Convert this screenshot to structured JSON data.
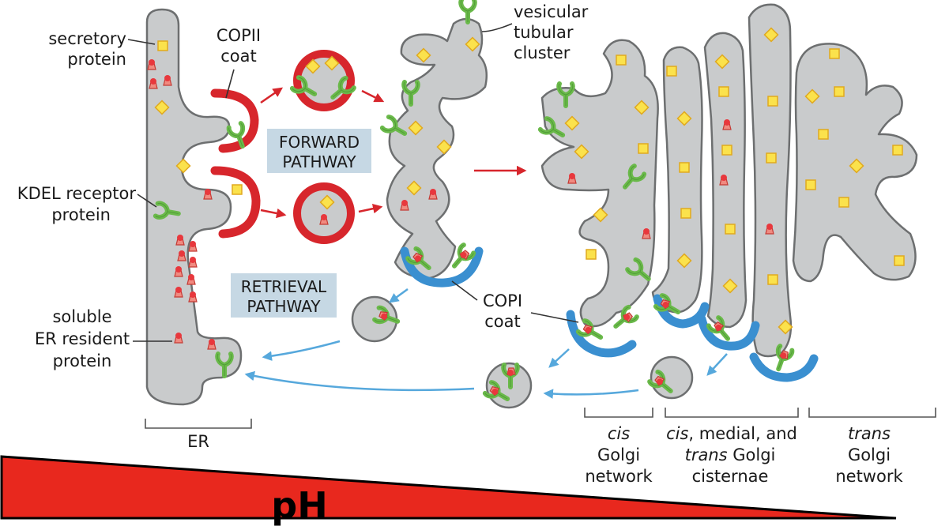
{
  "labels": {
    "secretory_protein": [
      "secretory",
      "protein"
    ],
    "copii_coat": [
      "COPII",
      "coat"
    ],
    "vesicular_tubular_cluster": [
      "vesicular",
      "tubular",
      "cluster"
    ],
    "forward_pathway": [
      "FORWARD",
      "PATHWAY"
    ],
    "kdel_receptor": [
      "KDEL receptor",
      "protein"
    ],
    "retrieval_pathway": [
      "RETRIEVAL",
      "PATHWAY"
    ],
    "copi_coat": [
      "COPI",
      "coat"
    ],
    "soluble_er_resident": [
      "soluble",
      "ER resident",
      "protein"
    ],
    "er": "ER",
    "cis_golgi_network": [
      "cis",
      "Golgi",
      "network"
    ],
    "golgi_cisternae": [
      "cis",
      ", medial, and",
      "trans",
      " Golgi",
      "cisternae"
    ],
    "trans_golgi_network": [
      "trans",
      "Golgi",
      "network"
    ],
    "ph": "pH"
  },
  "colors": {
    "membrane_fill": "#c9cbcc",
    "membrane_stroke": "#6d6f70",
    "copii_coat": "#d7262c",
    "copi_coat": "#3a8fd0",
    "kdel_receptor": "#6ab94a",
    "secretory_protein": "#fbe24c",
    "er_resident_protein": "#e8383d",
    "pathway_box": "#c6d8e4",
    "forward_arrow": "#d7262c",
    "retrieval_arrow": "#56a8dc",
    "ph_gradient": "#e8281e"
  }
}
